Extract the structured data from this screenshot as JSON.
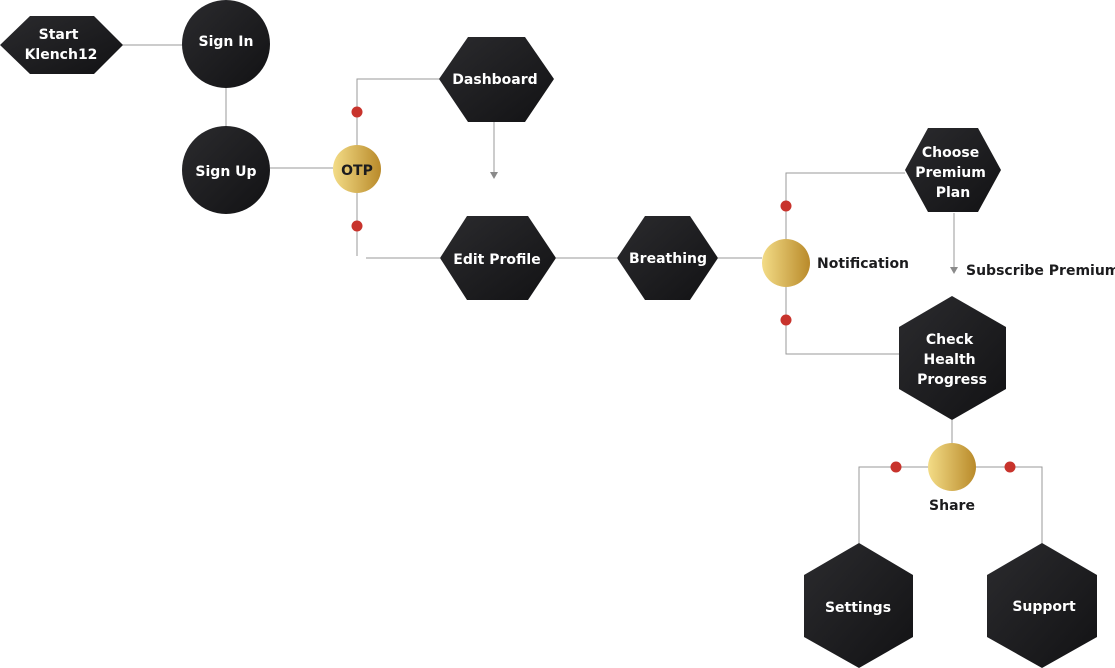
{
  "colors": {
    "node_dark": "#1c1c1e",
    "gold_light": "#f3dc87",
    "gold_dark": "#b98a2a",
    "connector": "#9a9a9a",
    "junction_dot": "#c8332c"
  },
  "nodes": {
    "start": {
      "lines": [
        "Start",
        "Klench12"
      ]
    },
    "sign_in": {
      "lines": [
        "Sign In"
      ]
    },
    "sign_up": {
      "lines": [
        "Sign Up"
      ]
    },
    "otp": {
      "lines": [
        "OTP"
      ]
    },
    "dashboard": {
      "lines": [
        "Dashboard"
      ]
    },
    "edit_profile": {
      "lines": [
        "Edit Profile"
      ]
    },
    "breathing": {
      "lines": [
        "Breathing"
      ]
    },
    "notification": {
      "lines": [
        "Notification"
      ]
    },
    "choose_premium_plan": {
      "lines": [
        "Choose",
        "Premium",
        "Plan"
      ]
    },
    "subscribe_premium": {
      "lines": [
        "Subscribe Premium"
      ]
    },
    "check_health_progress": {
      "lines": [
        "Check",
        "Health",
        "Progress"
      ]
    },
    "share": {
      "lines": [
        "Share"
      ]
    },
    "settings": {
      "lines": [
        "Settings"
      ]
    },
    "support": {
      "lines": [
        "Support"
      ]
    }
  }
}
